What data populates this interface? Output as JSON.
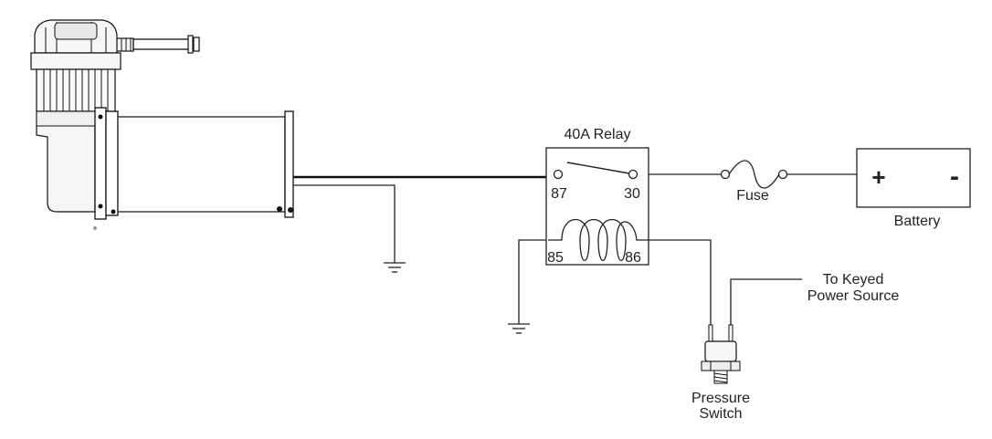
{
  "relay": {
    "title": "40A Relay",
    "pin_87": "87",
    "pin_30": "30",
    "pin_85": "85",
    "pin_86": "86"
  },
  "fuse": {
    "label": "Fuse"
  },
  "battery": {
    "label": "Battery",
    "positive": "+",
    "negative": "-"
  },
  "keyed_power": {
    "line1": "To Keyed",
    "line2": "Power Source"
  },
  "pressure_switch": {
    "line1": "Pressure",
    "line2": "Switch"
  }
}
